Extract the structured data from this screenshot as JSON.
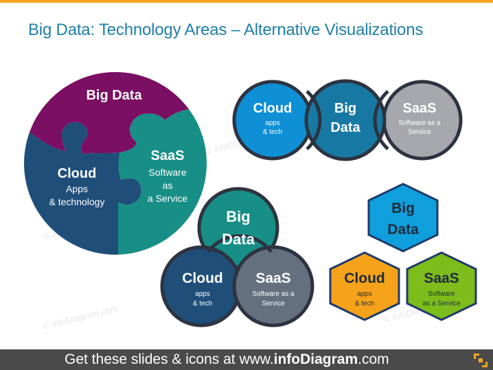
{
  "title": "Big Data: Technology Areas – Alternative Visualizations",
  "watermark": "© infoDiagram.com",
  "footer": {
    "prefix": "Get these slides & icons at www.",
    "brand": "infoDiagram",
    "suffix": ".com"
  },
  "colors": {
    "accent": "#f5a623",
    "title": "#1e7fa8",
    "purple": "#7b0f63",
    "navy": "#1f4e79",
    "teal": "#178f86",
    "blue": "#0e8fd6",
    "steel": "#1779a3",
    "gray": "#a6a8ad",
    "slate": "#647080",
    "hex_blue": "#0f9fdc",
    "hex_orange": "#f6a21a",
    "hex_green": "#7dbc1b"
  },
  "puzzle": {
    "big_data": {
      "title": "Big Data"
    },
    "cloud": {
      "title": "Cloud",
      "sub1": "Apps",
      "sub2": "& technology"
    },
    "saas": {
      "title": "SaaS",
      "sub1": "Software",
      "sub2": "as",
      "sub3": "a Service"
    }
  },
  "chain": {
    "cloud": {
      "title": "Cloud",
      "sub1": "apps",
      "sub2": "& tech"
    },
    "big_data": {
      "title1": "Big",
      "title2": "Data"
    },
    "saas": {
      "title": "SaaS",
      "sub1": "Software as a",
      "sub2": "Service"
    }
  },
  "venn": {
    "big_data": {
      "title1": "Big",
      "title2": "Data"
    },
    "cloud": {
      "title": "Cloud",
      "sub1": "apps",
      "sub2": "& tech"
    },
    "saas": {
      "title": "SaaS",
      "sub1": "Software as a",
      "sub2": "Service"
    }
  },
  "hexagons": {
    "big_data": {
      "title1": "Big",
      "title2": "Data"
    },
    "cloud": {
      "title": "Cloud",
      "sub1": "apps",
      "sub2": "& tech"
    },
    "saas": {
      "title": "SaaS",
      "sub1": "Software",
      "sub2": "as a Service"
    }
  }
}
